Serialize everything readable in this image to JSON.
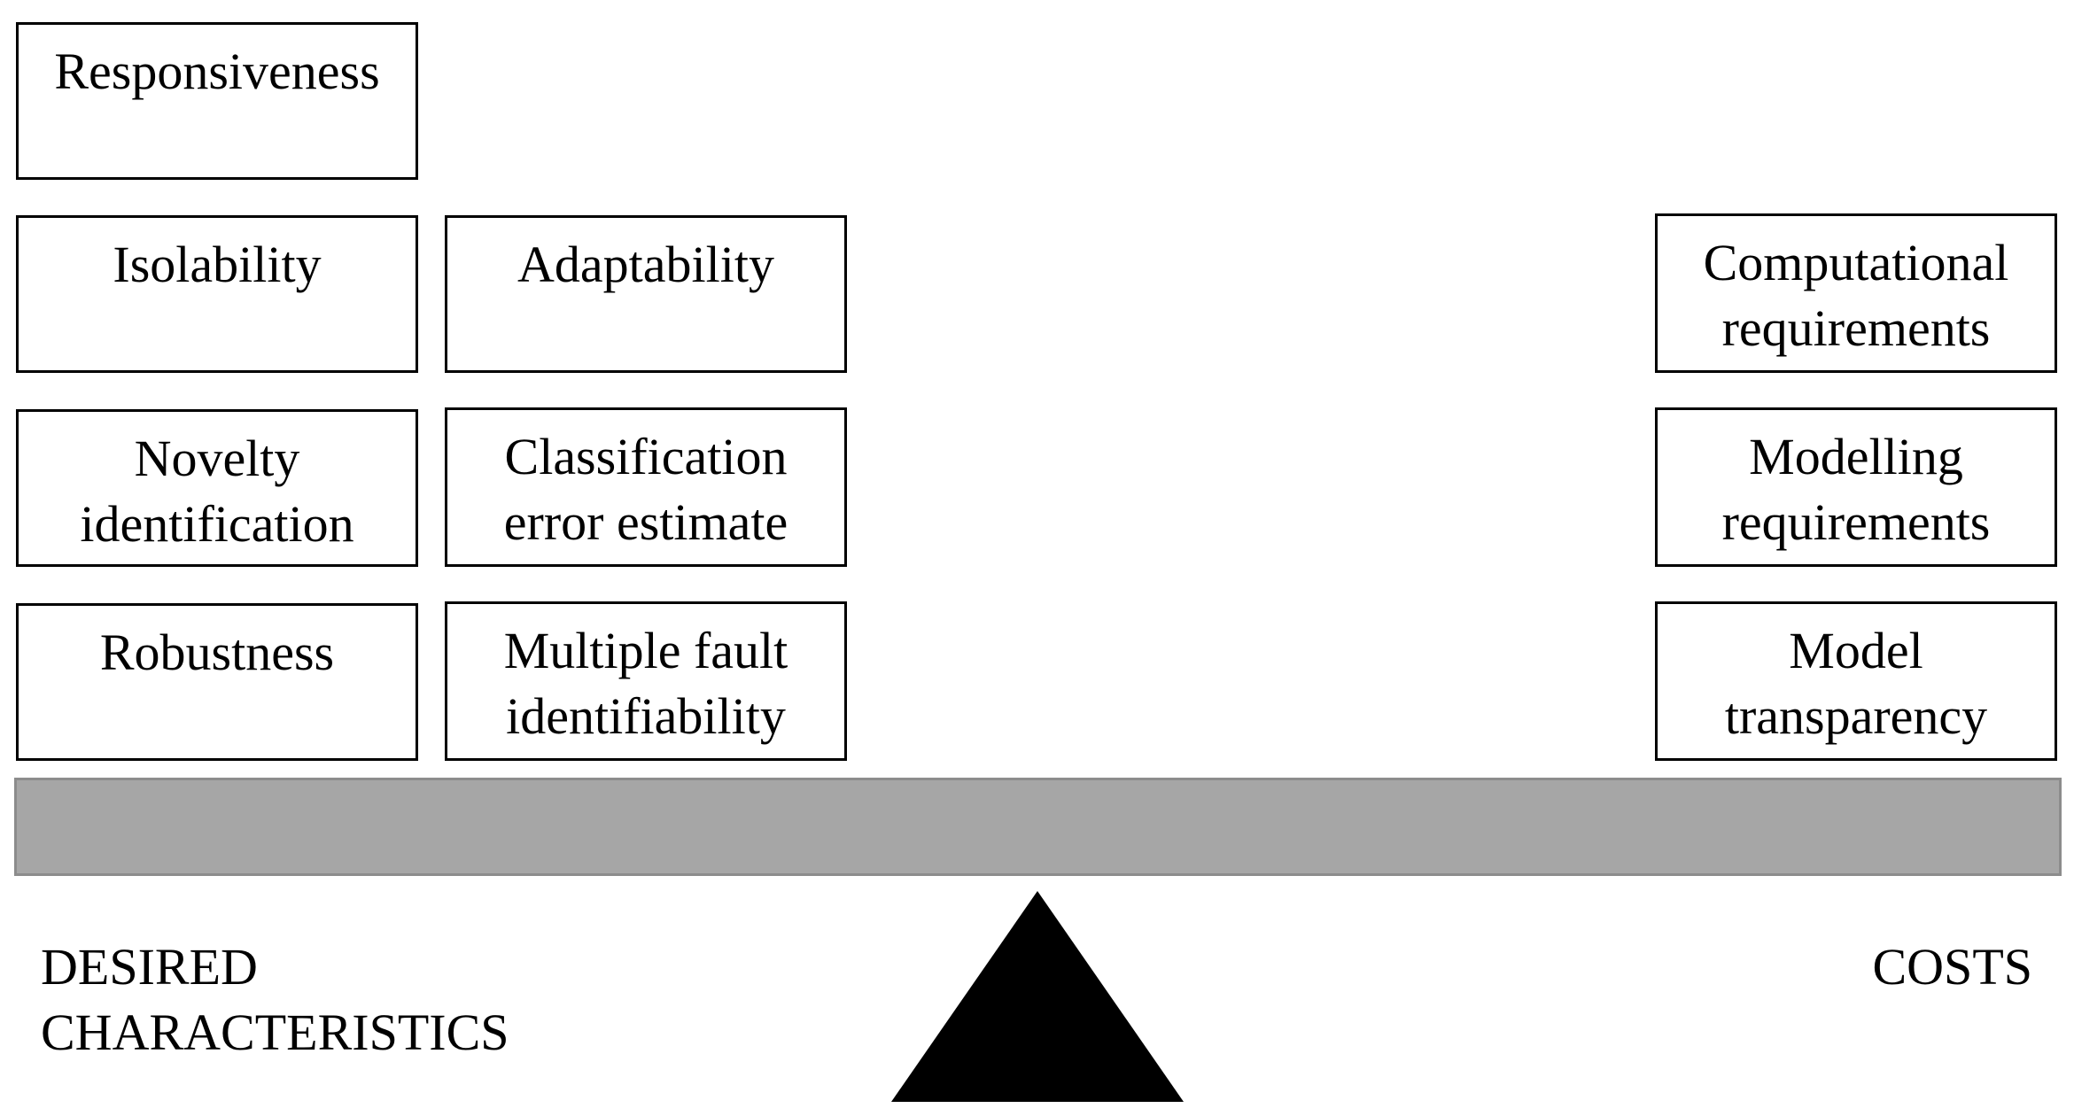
{
  "desired_characteristics": {
    "label_line1": "DESIRED",
    "label_line2": "CHARACTERISTICS",
    "boxes": {
      "responsiveness": [
        "Responsiveness"
      ],
      "isolability": [
        "Isolability"
      ],
      "adaptability": [
        "Adaptability"
      ],
      "novelty_identification": [
        "Novelty",
        "identification"
      ],
      "classification_error_estimate": [
        "Classification",
        "error estimate"
      ],
      "robustness": [
        "Robustness"
      ],
      "multiple_fault_identifiability": [
        "Multiple fault",
        "identifiability"
      ]
    }
  },
  "costs": {
    "label": "COSTS",
    "boxes": {
      "computational_requirements": [
        "Computational",
        "requirements"
      ],
      "modelling_requirements": [
        "Modelling",
        "requirements"
      ],
      "model_transparency": [
        "Model",
        "transparency"
      ]
    }
  },
  "colors": {
    "beam_fill": "#a6a6a6",
    "beam_border": "#8c8c8c",
    "fulcrum": "#000000",
    "box_border": "#000000"
  }
}
